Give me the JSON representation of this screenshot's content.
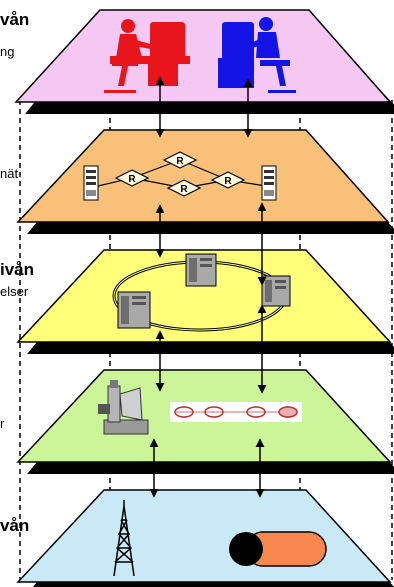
{
  "layers": [
    {
      "id": "application",
      "color": "#F5C8F3",
      "title_fragment": "vån",
      "subtitle_fragment": "ng"
    },
    {
      "id": "network",
      "color": "#F9C07A",
      "subtitle_fragment": "nät",
      "router_label": "R"
    },
    {
      "id": "link",
      "color": "#FFFF7A",
      "title_fragment": "ivån",
      "subtitle_fragment": "elser"
    },
    {
      "id": "physical-media",
      "color": "#CCF59A",
      "subtitle_fragment": "r"
    },
    {
      "id": "physical",
      "color": "#C9E9F7",
      "title_fragment": "vån"
    }
  ]
}
